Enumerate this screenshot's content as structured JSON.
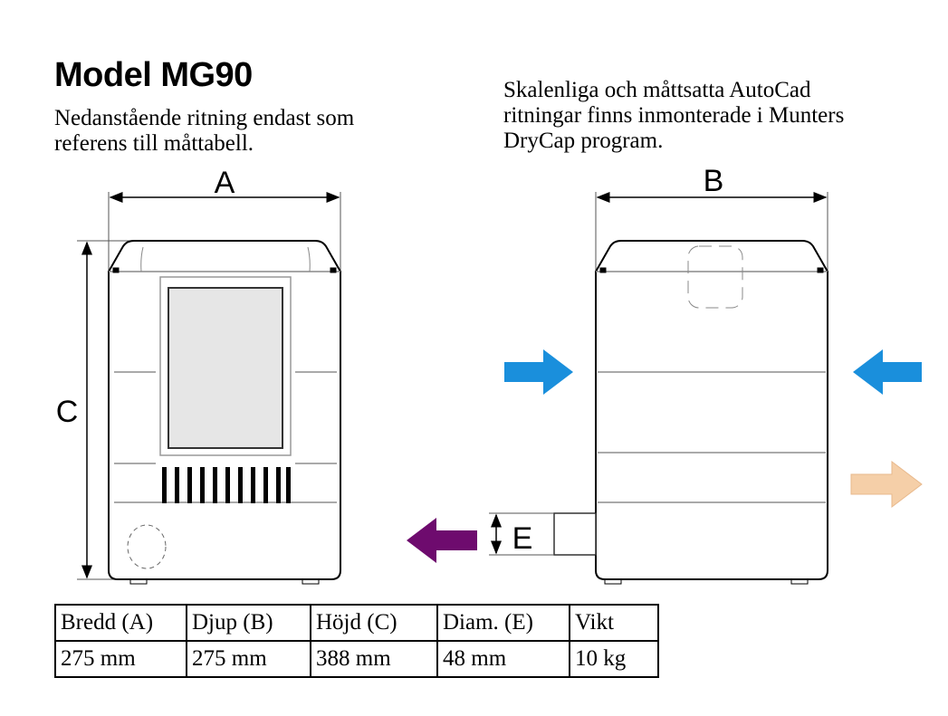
{
  "title": "Model MG90",
  "note_left": [
    "Nedanstående ritning endast som",
    "referens till måttabell."
  ],
  "note_right": [
    "Skalenliga och måttsatta AutoCad",
    "ritningar finns inmonterade i Munters",
    "DryCap program."
  ],
  "diagram": {
    "labels": {
      "a": "A",
      "b": "B",
      "c": "C",
      "e": "E"
    },
    "colors": {
      "inlet": "#1a8fdc",
      "outlet_warm": "#f5cfa8",
      "outlet_dry": "#6e0b6e"
    }
  },
  "table": {
    "headers": [
      "Bredd (A)",
      "Djup (B)",
      "Höjd (C)",
      "Diam. (E)",
      "Vikt"
    ],
    "values": [
      "275 mm",
      "275 mm",
      "388 mm",
      "48 mm",
      "10 kg"
    ]
  }
}
